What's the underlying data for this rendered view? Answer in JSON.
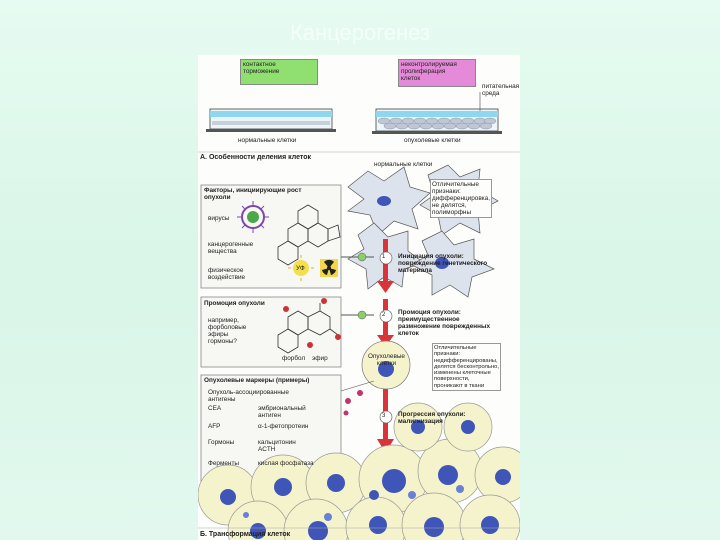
{
  "slide": {
    "title": "Канцерогенез"
  },
  "top": {
    "contact_label": "контактное\nторможение",
    "uncontrolled_label": "неконтролируемая\nпролиферация\nклеток",
    "medium_label": "питательная\nсреда",
    "normal_cells_caption": "нормальные клетки",
    "tumor_cells_caption": "опухолевые клетки",
    "section_a": "А. Особенности деления клеток"
  },
  "factors": {
    "title": "Факторы, инициирующие рост\nопухоли",
    "viruses": "вирусы",
    "carcinogens": "канцерогенные\nвещества",
    "physical": "физическое\nвоздействие",
    "uv": "УФ"
  },
  "normal_cells_label": "нормальные клетки",
  "features_label": "Отличительные\nпризнаки:\nдифференцировка,\nне делятся,\nполиморфны",
  "steps": [
    {
      "num": "1",
      "text": "Инициация опухоли:\nповреждение генетического\nматериала"
    },
    {
      "num": "2",
      "text": "Промоция опухоли:\nпреимущественное\nразмножение поврежденных\nклеток"
    },
    {
      "num": "3",
      "text": "Прогрессия опухоли:\nмалигнизация"
    }
  ],
  "promotion": {
    "title": "Промоция опухоли",
    "text": "например,\nфорболовые\nэфиры\nгормоны?",
    "phorbol": "форбол",
    "ester": "эфир"
  },
  "tumor_cells_label": "Опухолевые\nклетки",
  "tumor_features_label": "Отличительные\nпризнаки:\nнедифференцированы,\nделятся бесконтрольно,\nизменены клеточные\nповерхности,\nпроникают в ткани",
  "markers": {
    "title": "Опухолевые маркеры (примеры)",
    "antigens": "Опухоль-ассоциированные\nантигены",
    "rows": [
      {
        "k": "CEA",
        "v": "эмбриональный\nантиген"
      },
      {
        "k": "AFP",
        "v": "α-1-фетопротеин"
      },
      {
        "k": "Гормоны",
        "v": "кальцитонин\nACTH"
      },
      {
        "k": "Ферменты",
        "v": "кислая фосфатаза"
      }
    ]
  },
  "section_b": "Б. Трансформация клеток"
}
